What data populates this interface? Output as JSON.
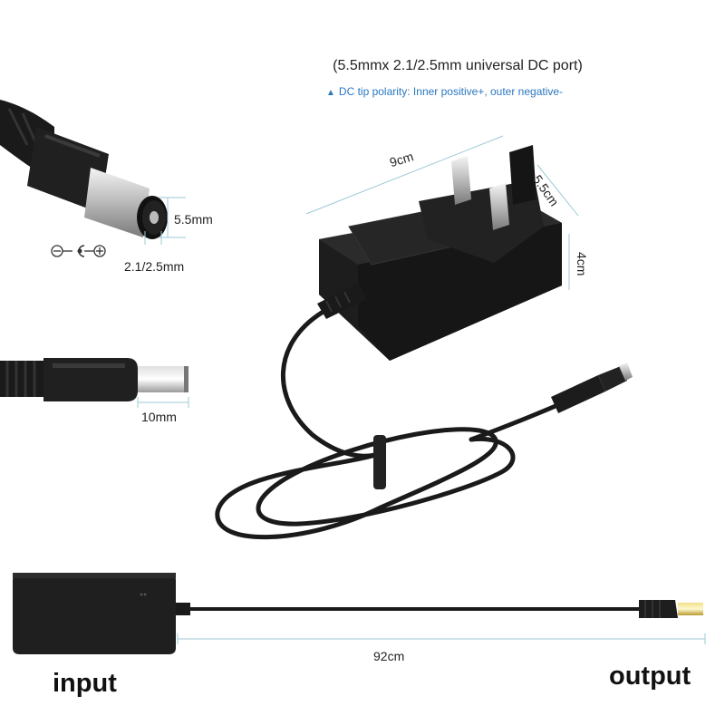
{
  "header": {
    "port_title": "(5.5mmx 2.1/2.5mm universal DC port)",
    "polarity_note": "DC tip polarity: Inner positive+, outer negative-"
  },
  "dimensions": {
    "adapter_length": "9cm",
    "adapter_width": "5.5cm",
    "adapter_height": "4cm",
    "plug_outer_diameter": "5.5mm",
    "plug_inner_diameter": "2.1/2.5mm",
    "plug_length": "10mm",
    "cable_length": "92cm"
  },
  "labels": {
    "input": "input",
    "output": "output"
  },
  "colors": {
    "polarity_blue": "#2a78c2",
    "product_black": "#1c1c1c",
    "dimension_line": "#9ec9d6"
  }
}
